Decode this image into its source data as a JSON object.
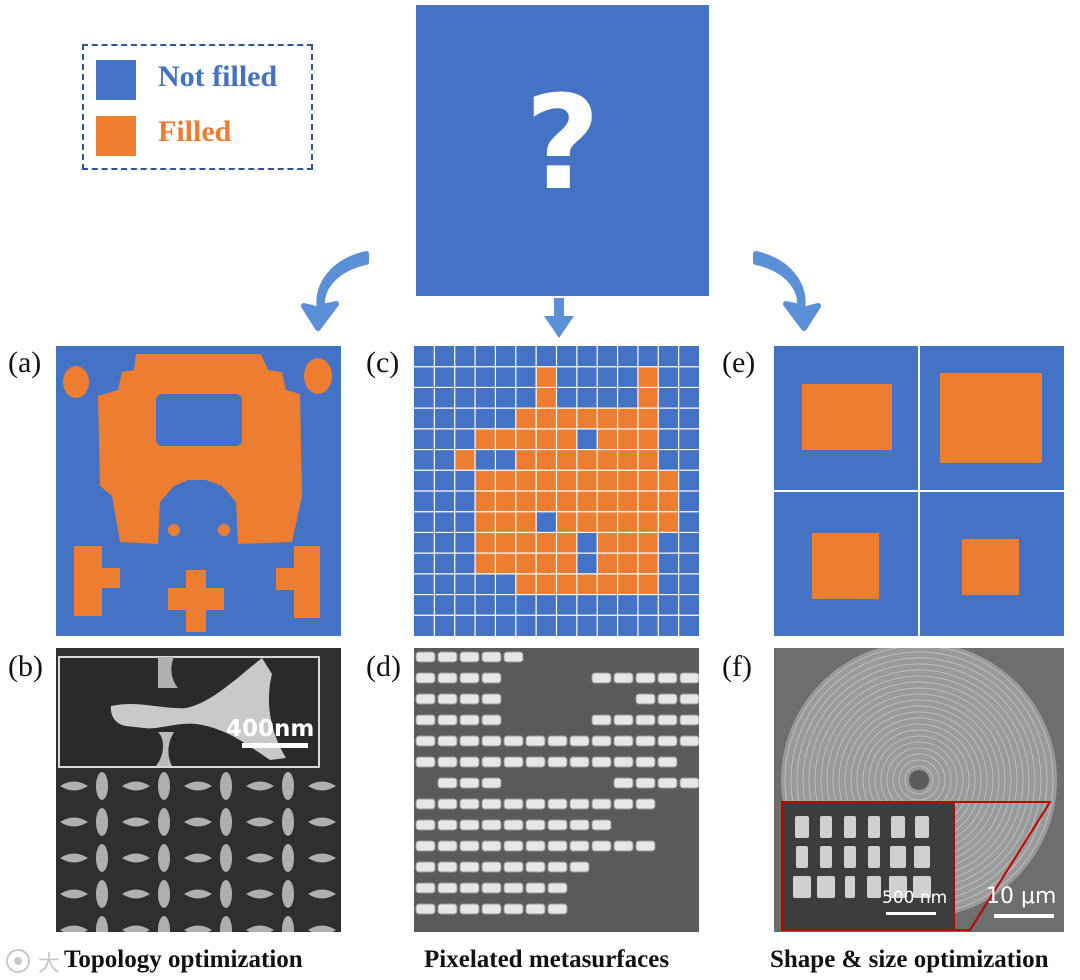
{
  "legend": {
    "not_filled_label": "Not filled",
    "filled_label": "Filled"
  },
  "question_mark": "?",
  "panels": {
    "a": "(a)",
    "b": "(b)",
    "c": "(c)",
    "d": "(d)",
    "e": "(e)",
    "f": "(f)"
  },
  "captions": {
    "topology": "Topology optimization",
    "pixelated": "Pixelated metasurfaces",
    "shape_size": "Shape & size optimization"
  },
  "scale_bars": {
    "b": "400nm",
    "f_inset": "500 nm",
    "f_main": "10 μm"
  },
  "watermark": "大",
  "colors": {
    "not_filled": "#4472c4",
    "filled": "#ed7d31",
    "legend_text_blue": "#4472c4",
    "legend_text_orange": "#ed7d31",
    "arrow": "#5b8fd6",
    "legend_border": "#2f5597",
    "inset_border_red": "#c00000"
  },
  "pixel_pattern": [
    "00000000000000",
    "00000010000100",
    "00000010000100",
    "00000111111100",
    "00011111011100",
    "00100111111100",
    "00011111111110",
    "00011111111110",
    "00011101111110",
    "00011111011100",
    "00011111011100",
    "00000111111100",
    "00000000000000",
    "00000000000000"
  ]
}
